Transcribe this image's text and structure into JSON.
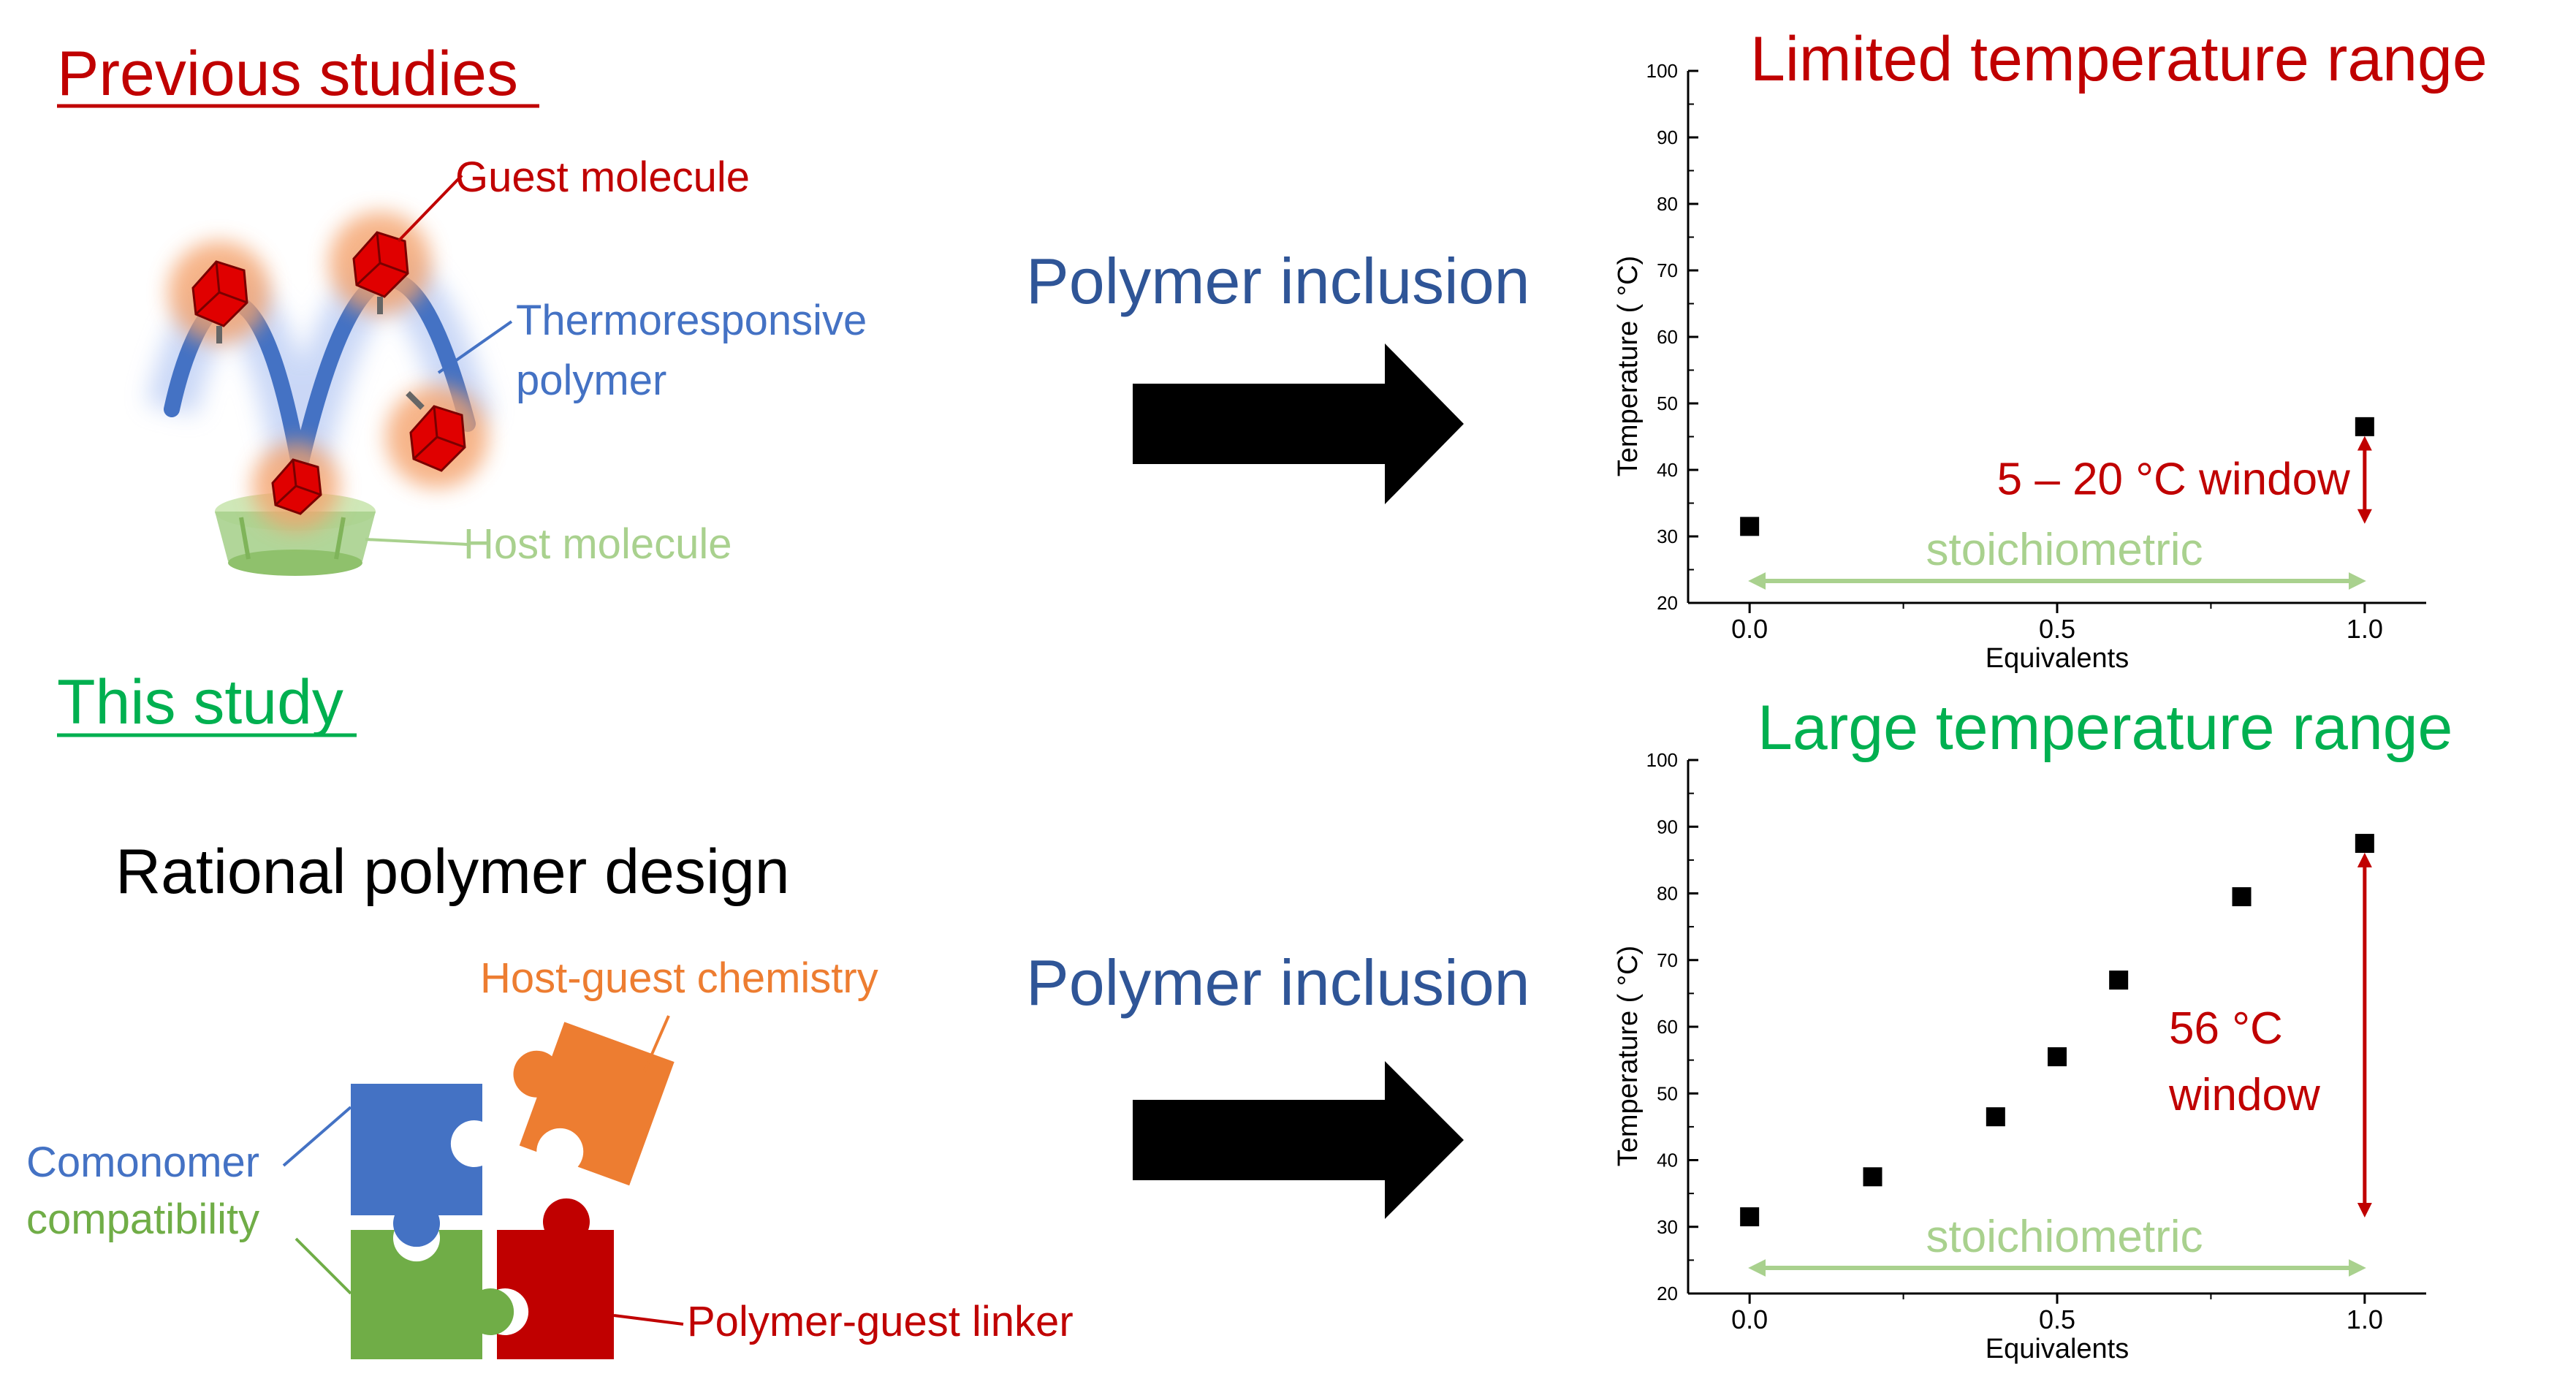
{
  "previous_section": {
    "heading": "Previous studies",
    "guest_label": "Guest molecule",
    "polymer_label_line1": "Thermoresponsive",
    "polymer_label_line2": "polymer",
    "host_label": "Host molecule",
    "arrow_label": "Polymer inclusion"
  },
  "this_section": {
    "heading": "This study",
    "design_title": "Rational polymer design",
    "puzzle_labels": {
      "host_guest": "Host-guest chemistry",
      "comonomer_line1": "Comonomer",
      "comonomer_line2": "compatibility",
      "linker": "Polymer-guest linker"
    },
    "arrow_label": "Polymer inclusion"
  },
  "colors": {
    "red": "#c00000",
    "green": "#00b050",
    "blue_text": "#2f5597",
    "light_blue": "#4472c4",
    "light_green": "#a9d18e",
    "orange": "#ed7d31",
    "puzzle_green": "#70ad47"
  },
  "chart_data": [
    {
      "type": "scatter",
      "title": "Limited temperature range",
      "xlabel": "Equivalents",
      "ylabel": "Temperature ( °C)",
      "xlim": [
        -0.1,
        1.1
      ],
      "ylim": [
        20,
        100
      ],
      "xticks": [
        "0.0",
        "0.5",
        "1.0"
      ],
      "yticks": [
        "20",
        "30",
        "40",
        "50",
        "60",
        "70",
        "80",
        "90",
        "100"
      ],
      "x": [
        0.0,
        1.0
      ],
      "y": [
        31.5,
        46.5
      ],
      "annotations": {
        "window": "5 – 20 °C window",
        "range": "stoichiometric"
      }
    },
    {
      "type": "scatter",
      "title": "Large temperature range",
      "xlabel": "Equivalents",
      "ylabel": "Temperature ( °C)",
      "xlim": [
        -0.1,
        1.1
      ],
      "ylim": [
        20,
        100
      ],
      "xticks": [
        "0.0",
        "0.5",
        "1.0"
      ],
      "yticks": [
        "20",
        "30",
        "40",
        "50",
        "60",
        "70",
        "80",
        "90",
        "100"
      ],
      "x": [
        0.0,
        0.2,
        0.4,
        0.5,
        0.6,
        0.8,
        1.0
      ],
      "y": [
        31.5,
        37.5,
        46.5,
        55.5,
        67.0,
        79.5,
        87.5
      ],
      "annotations": {
        "window_line1": "56 °C",
        "window_line2": "window",
        "range": "stoichiometric"
      }
    }
  ]
}
